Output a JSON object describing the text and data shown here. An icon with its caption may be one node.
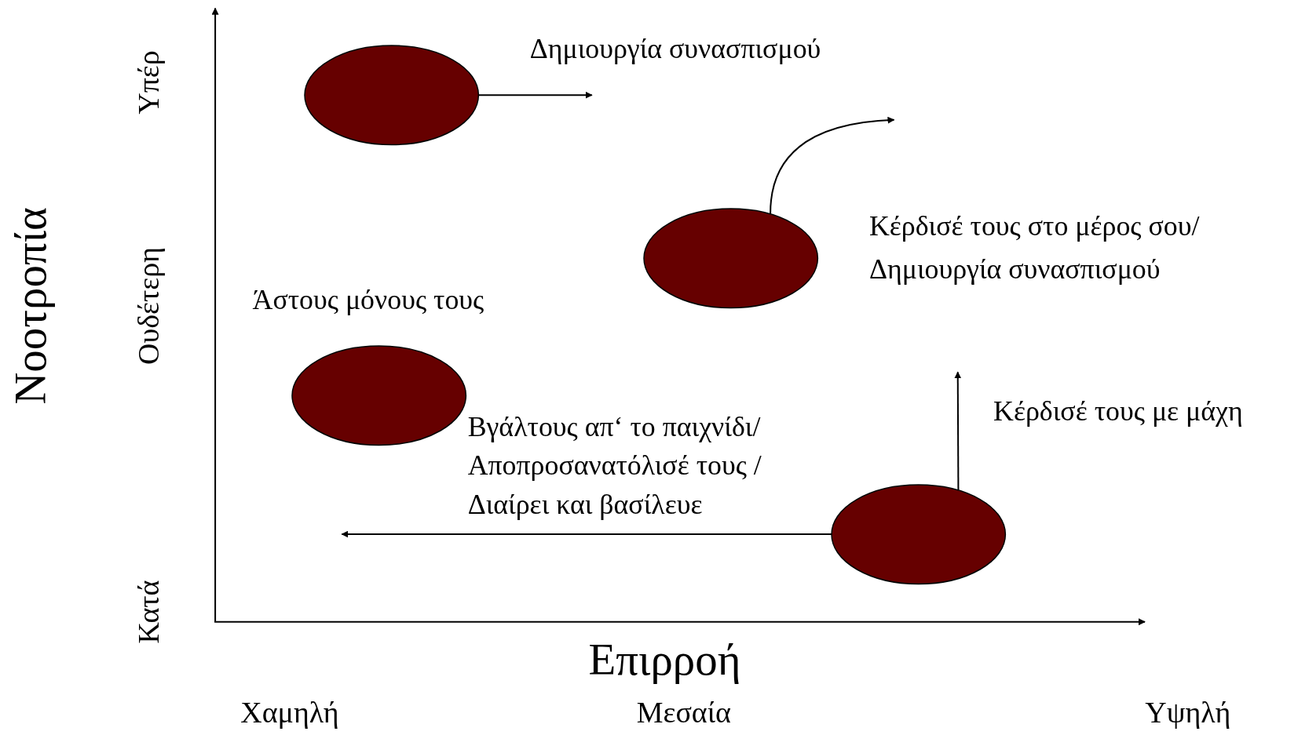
{
  "diagram": {
    "nodes": [
      {
        "text": [],
        "shape": "ellipse"
      },
      {
        "text": [],
        "shape": "ellipse"
      },
      {
        "text": [],
        "shape": "ellipse"
      },
      {
        "text": [],
        "shape": "ellipse"
      }
    ],
    "edges": [
      {
        "from": 0,
        "to": null,
        "arrow": "to"
      },
      {
        "from": 1,
        "to": null,
        "arrow": "to"
      },
      {
        "from": 3,
        "to": null,
        "arrow": "to"
      },
      {
        "from": 3,
        "to": null,
        "arrow": "to"
      }
    ],
    "labels": [
      "Δημιουργία συνασπισμού",
      "Υπέρ",
      "Κέρδισέ τους στο μέρος σου/ Δημιουργία συνασπισμού",
      "Ουδέτερη",
      "Άστους μόνους τους",
      "Νοοτροπία",
      "Κέρδισέ τους με μάχη",
      "Βγάλτους απ‘ το παιχνίδι/ Αποπροσανατόλισέ τους / Διαίρει και βασίλευε",
      "Κατά",
      "Επιρροή",
      "Χαμηλή",
      "Μεσαία",
      "Υψηλή"
    ]
  }
}
